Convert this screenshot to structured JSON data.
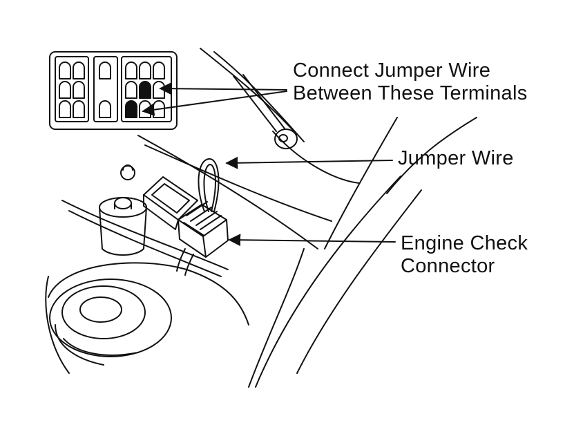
{
  "callouts": {
    "terminals": {
      "line1": "Connect Jumper Wire",
      "line2": "Between These Terminals"
    },
    "jumper_wire": {
      "text": "Jumper Wire"
    },
    "engine_check_connector": {
      "line1": "Engine Check",
      "line2": "Connector"
    }
  },
  "colors": {
    "ink": "#111111",
    "paper": "#ffffff"
  }
}
